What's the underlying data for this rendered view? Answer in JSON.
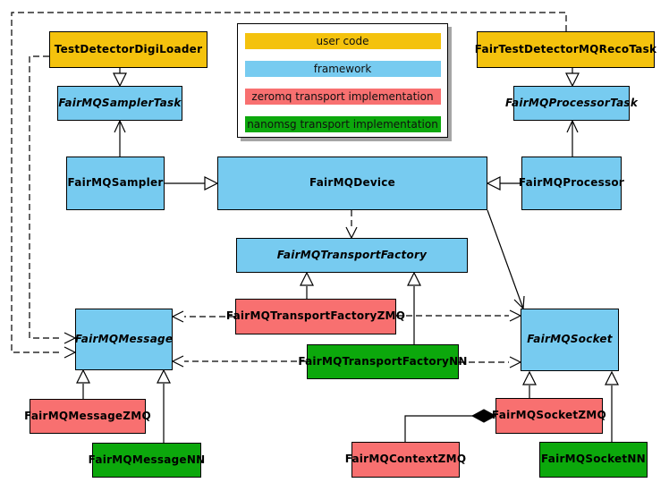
{
  "colors": {
    "user_code": "#F4C20D",
    "framework": "#77CBF0",
    "zeromq": "#F87070",
    "nanomsg": "#0CA80C"
  },
  "legend": {
    "items": [
      {
        "label": "user code",
        "color": "#F4C20D"
      },
      {
        "label": "framework",
        "color": "#77CBF0"
      },
      {
        "label": "zeromq transport implementation",
        "color": "#F87070"
      },
      {
        "label": "nanomsg transport implementation",
        "color": "#0CA80C"
      }
    ]
  },
  "nodes": {
    "digi_loader": {
      "label": "TestDetectorDigiLoader",
      "category": "user code",
      "abstract": false
    },
    "reco_task": {
      "label": "FairTestDetectorMQRecoTask",
      "category": "user code",
      "abstract": false
    },
    "sampler_task": {
      "label": "FairMQSamplerTask",
      "category": "framework",
      "abstract": true
    },
    "processor_task": {
      "label": "FairMQProcessorTask",
      "category": "framework",
      "abstract": true
    },
    "sampler": {
      "label": "FairMQSampler",
      "category": "framework",
      "abstract": false
    },
    "device": {
      "label": "FairMQDevice",
      "category": "framework",
      "abstract": false
    },
    "processor": {
      "label": "FairMQProcessor",
      "category": "framework",
      "abstract": false
    },
    "transport_factory": {
      "label": "FairMQTransportFactory",
      "category": "framework",
      "abstract": true
    },
    "transport_factory_zmq": {
      "label": "FairMQTransportFactoryZMQ",
      "category": "zeromq transport implementation",
      "abstract": false
    },
    "transport_factory_nn": {
      "label": "FairMQTransportFactoryNN",
      "category": "nanomsg transport implementation",
      "abstract": false
    },
    "message": {
      "label": "FairMQMessage",
      "category": "framework",
      "abstract": true
    },
    "socket": {
      "label": "FairMQSocket",
      "category": "framework",
      "abstract": true
    },
    "message_zmq": {
      "label": "FairMQMessageZMQ",
      "category": "zeromq transport implementation",
      "abstract": false
    },
    "message_nn": {
      "label": "FairMQMessageNN",
      "category": "nanomsg transport implementation",
      "abstract": false
    },
    "socket_zmq": {
      "label": "FairMQSocketZMQ",
      "category": "zeromq transport implementation",
      "abstract": false
    },
    "socket_nn": {
      "label": "FairMQSocketNN",
      "category": "nanomsg transport implementation",
      "abstract": false
    },
    "context_zmq": {
      "label": "FairMQContextZMQ",
      "category": "zeromq transport implementation",
      "abstract": false
    }
  },
  "edges": [
    {
      "from": "TestDetectorDigiLoader",
      "to": "FairMQSamplerTask",
      "type": "generalization"
    },
    {
      "from": "FairMQSampler",
      "to": "FairMQSamplerTask",
      "type": "association"
    },
    {
      "from": "FairMQSampler",
      "to": "FairMQDevice",
      "type": "generalization"
    },
    {
      "from": "FairTestDetectorMQRecoTask",
      "to": "FairMQProcessorTask",
      "type": "generalization"
    },
    {
      "from": "FairMQProcessor",
      "to": "FairMQProcessorTask",
      "type": "association"
    },
    {
      "from": "FairMQProcessor",
      "to": "FairMQDevice",
      "type": "generalization"
    },
    {
      "from": "FairMQDevice",
      "to": "FairMQTransportFactory",
      "type": "dashed-dependency"
    },
    {
      "from": "FairMQDevice",
      "to": "FairMQSocket",
      "type": "association"
    },
    {
      "from": "FairMQTransportFactoryZMQ",
      "to": "FairMQTransportFactory",
      "type": "generalization"
    },
    {
      "from": "FairMQTransportFactoryNN",
      "to": "FairMQTransportFactory",
      "type": "generalization"
    },
    {
      "from": "FairMQTransportFactoryZMQ",
      "to": "FairMQMessage",
      "type": "dashed-dependency"
    },
    {
      "from": "FairMQTransportFactoryZMQ",
      "to": "FairMQSocket",
      "type": "dashed-dependency"
    },
    {
      "from": "FairMQTransportFactoryNN",
      "to": "FairMQMessage",
      "type": "dashed-dependency"
    },
    {
      "from": "FairMQTransportFactoryNN",
      "to": "FairMQSocket",
      "type": "dashed-dependency"
    },
    {
      "from": "FairMQMessageZMQ",
      "to": "FairMQMessage",
      "type": "generalization"
    },
    {
      "from": "FairMQMessageNN",
      "to": "FairMQMessage",
      "type": "generalization"
    },
    {
      "from": "FairMQSocketZMQ",
      "to": "FairMQSocket",
      "type": "generalization"
    },
    {
      "from": "FairMQSocketNN",
      "to": "FairMQSocket",
      "type": "generalization"
    },
    {
      "from": "FairMQContextZMQ",
      "to": "FairMQSocketZMQ",
      "type": "composition"
    },
    {
      "from": "FairTestDetectorMQRecoTask",
      "to": "FairMQMessage",
      "type": "dashed-dependency"
    },
    {
      "from": "TestDetectorDigiLoader",
      "to": "FairMQMessage",
      "type": "dashed-dependency"
    }
  ]
}
